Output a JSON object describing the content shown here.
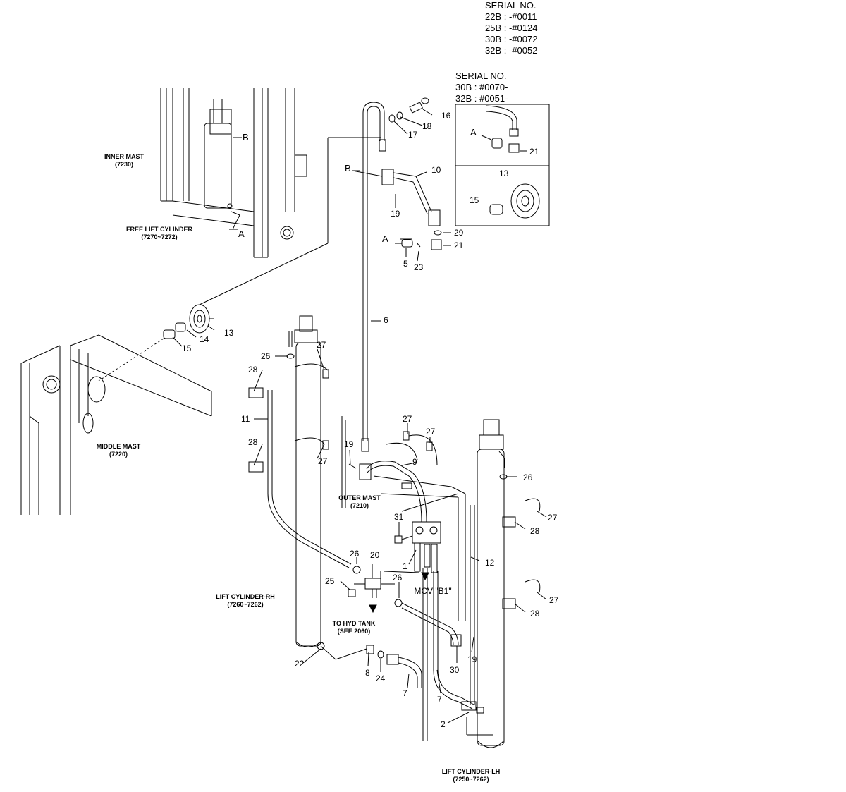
{
  "serial_top": {
    "title": "SERIAL NO.",
    "lines": [
      "22B : -#0011",
      "25B : -#0124",
      "30B : -#0072",
      "32B : -#0052"
    ]
  },
  "serial_inset": {
    "title": "SERIAL NO.",
    "lines": [
      "30B : #0070-",
      "32B : #0051-"
    ]
  },
  "captions": {
    "inner_mast": "INNER MAST",
    "inner_mast_code": "(7230)",
    "free_lift": "FREE LIFT CYLINDER",
    "free_lift_code": "(7270~7272)",
    "middle_mast": "MIDDLE MAST",
    "middle_mast_code": "(7220)",
    "outer_mast": "OUTER MAST",
    "outer_mast_code": "(7210)",
    "lift_rh": "LIFT CYLINDER-RH",
    "lift_rh_code": "(7260~7262)",
    "lift_lh": "LIFT CYLINDER-LH",
    "lift_lh_code": "(7250~7262)",
    "to_hyd_tank": "TO HYD TANK",
    "see_2060": "(SEE 2060)",
    "mcv_b1": "MCV \"B1\""
  },
  "letters": {
    "a": "A",
    "b": "B"
  },
  "callouts": {
    "n1": "1",
    "n2": "2",
    "n5": "5",
    "n6": "6",
    "n7": "7",
    "n8": "8",
    "n9": "9",
    "n10": "10",
    "n11": "11",
    "n12": "12",
    "n13": "13",
    "n14": "14",
    "n15": "15",
    "n16": "16",
    "n17": "17",
    "n18": "18",
    "n19": "19",
    "n20": "20",
    "n21": "21",
    "n22": "22",
    "n23": "23",
    "n24": "24",
    "n25": "25",
    "n26": "26",
    "n27": "27",
    "n28": "28",
    "n29": "29",
    "n30": "30",
    "n31": "31"
  }
}
